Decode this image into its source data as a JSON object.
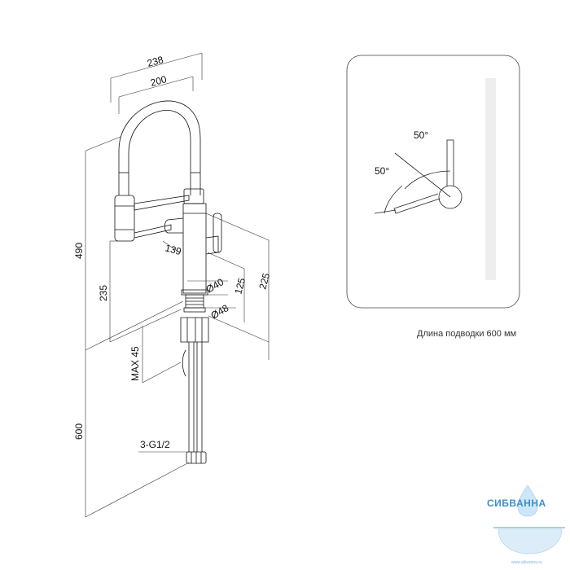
{
  "dimensions": {
    "width_238": "238",
    "width_200": "200",
    "height_490": "490",
    "height_235": "235",
    "spout_139": "139",
    "dia_40": "Ø40",
    "dia_48": "Ø48",
    "h_125": "125",
    "h_225": "225",
    "max_45": "MAX 45",
    "hose_600": "600",
    "thread": "3-G1/2"
  },
  "angle_panel": {
    "angle_top": "50°",
    "angle_left": "50°"
  },
  "caption": "Длина подводки 600 мм",
  "watermark": {
    "brand": "СИБВАННА",
    "url": "www.sibvanna.ru"
  }
}
